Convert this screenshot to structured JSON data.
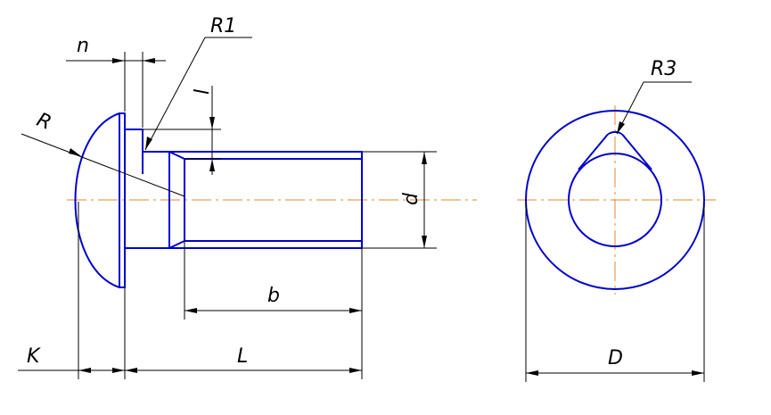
{
  "labels": {
    "n": "n",
    "r1": "R1",
    "l_small": "l",
    "r": "R",
    "r3": "R3",
    "d": "d",
    "b": "b",
    "k": "K",
    "l": "L",
    "d_big": "D"
  },
  "colors": {
    "outline": "#0000cc",
    "centerline": "#e08a2e",
    "dimension": "#000000"
  }
}
